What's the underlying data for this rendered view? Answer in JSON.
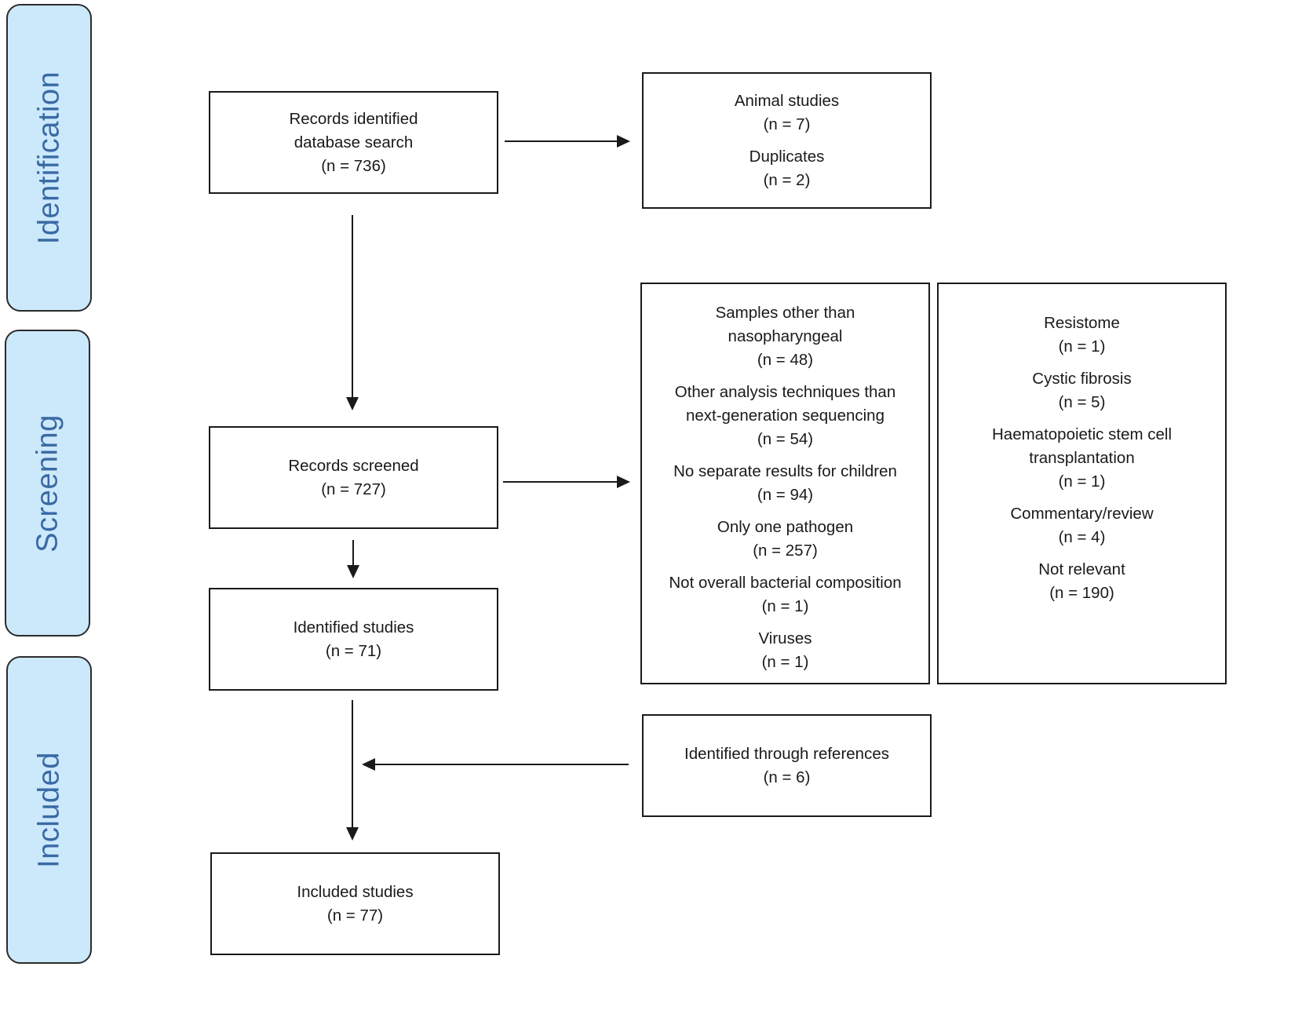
{
  "phases": {
    "identification": "Identification",
    "screening": "Screening",
    "included": "Included"
  },
  "records_identified": {
    "line1": "Records identified",
    "line2": "database search",
    "count": "(n = 736)"
  },
  "excluded_identification": [
    {
      "label": "Animal studies",
      "count": "(n = 7)"
    },
    {
      "label": "Duplicates",
      "count": "(n = 2)"
    }
  ],
  "records_screened": {
    "label": "Records screened",
    "count": "(n = 727)"
  },
  "excluded_screening_col1": [
    {
      "line1": "Samples other than",
      "line2": "nasopharyngeal",
      "count": "(n = 48)"
    },
    {
      "line1": "Other analysis techniques than",
      "line2": "next-generation sequencing",
      "count": "(n = 54)"
    },
    {
      "line1": "No separate results for children",
      "count": "(n = 94)"
    },
    {
      "line1": "Only one pathogen",
      "count": "(n = 257)"
    },
    {
      "line1": "Not overall bacterial composition",
      "count": "(n = 1)"
    },
    {
      "line1": "Viruses",
      "count": "(n = 1)"
    }
  ],
  "excluded_screening_col2": [
    {
      "line1": "Resistome",
      "count": "(n = 1)"
    },
    {
      "line1": "Cystic fibrosis",
      "count": "(n = 5)"
    },
    {
      "line1": "Haematopoietic stem cell",
      "line2": "transplantation",
      "count": "(n = 1)"
    },
    {
      "line1": "Commentary/review",
      "count": "(n = 4)"
    },
    {
      "line1": "Not relevant",
      "count": "(n = 190)"
    }
  ],
  "identified_studies": {
    "label": "Identified studies",
    "count": "(n = 71)"
  },
  "references": {
    "label": "Identified through references",
    "count": "(n = 6)"
  },
  "included_studies": {
    "label": "Included studies",
    "count": "(n = 77)"
  },
  "colors": {
    "phase_fill": "#cce9fb",
    "phase_text": "#3a6aa4",
    "stroke": "#1a1a1a"
  }
}
